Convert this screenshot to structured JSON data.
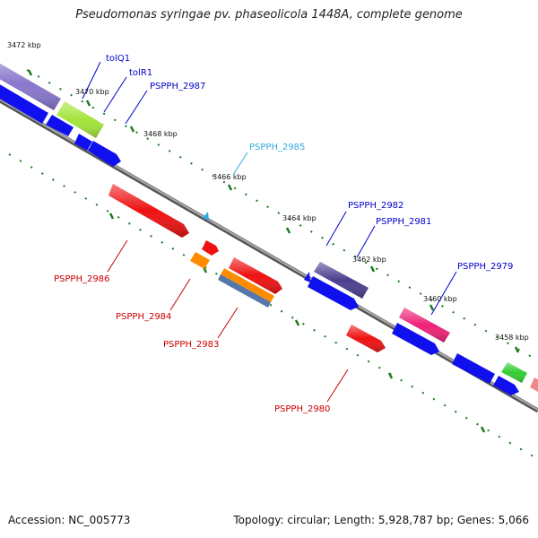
{
  "title": "Pseudomonas syringae pv. phaseolicola 1448A, complete genome",
  "footer": {
    "accession": "Accession: NC_005773",
    "summary": "Topology: circular; Length: 5,928,787 bp; Genes: 5,066"
  },
  "ticks": [
    "3472 kbp",
    "3470 kbp",
    "3468 kbp",
    "3466 kbp",
    "3464 kbp",
    "3462 kbp",
    "3460 kbp",
    "3458 kbp"
  ],
  "labels": {
    "tolQ1": "tolQ1",
    "tolR1": "tolR1",
    "pspph2987": "PSPPH_2987",
    "pspph2985": "PSPPH_2985",
    "pspph2982": "PSPPH_2982",
    "pspph2981": "PSPPH_2981",
    "pspph2979": "PSPPH_2979",
    "pspph2986": "PSPPH_2986",
    "pspph2984": "PSPPH_2984",
    "pspph2983": "PSPPH_2983",
    "pspph2980": "PSPPH_2980"
  },
  "colors": {
    "backbone": "#8a8a8a",
    "tick": "#1a7a1a",
    "forward_label": "#0000cc",
    "reverse_label": "#cc0000",
    "highlight_label": "#33aadd",
    "blue": "#1010ee",
    "red": "#ee1111",
    "green": "#7ed321",
    "purple": "#4b3f8f",
    "pink": "#ee2277",
    "orange": "#ff8c00",
    "steel": "#5577aa",
    "light_purple": "#8877cc"
  }
}
